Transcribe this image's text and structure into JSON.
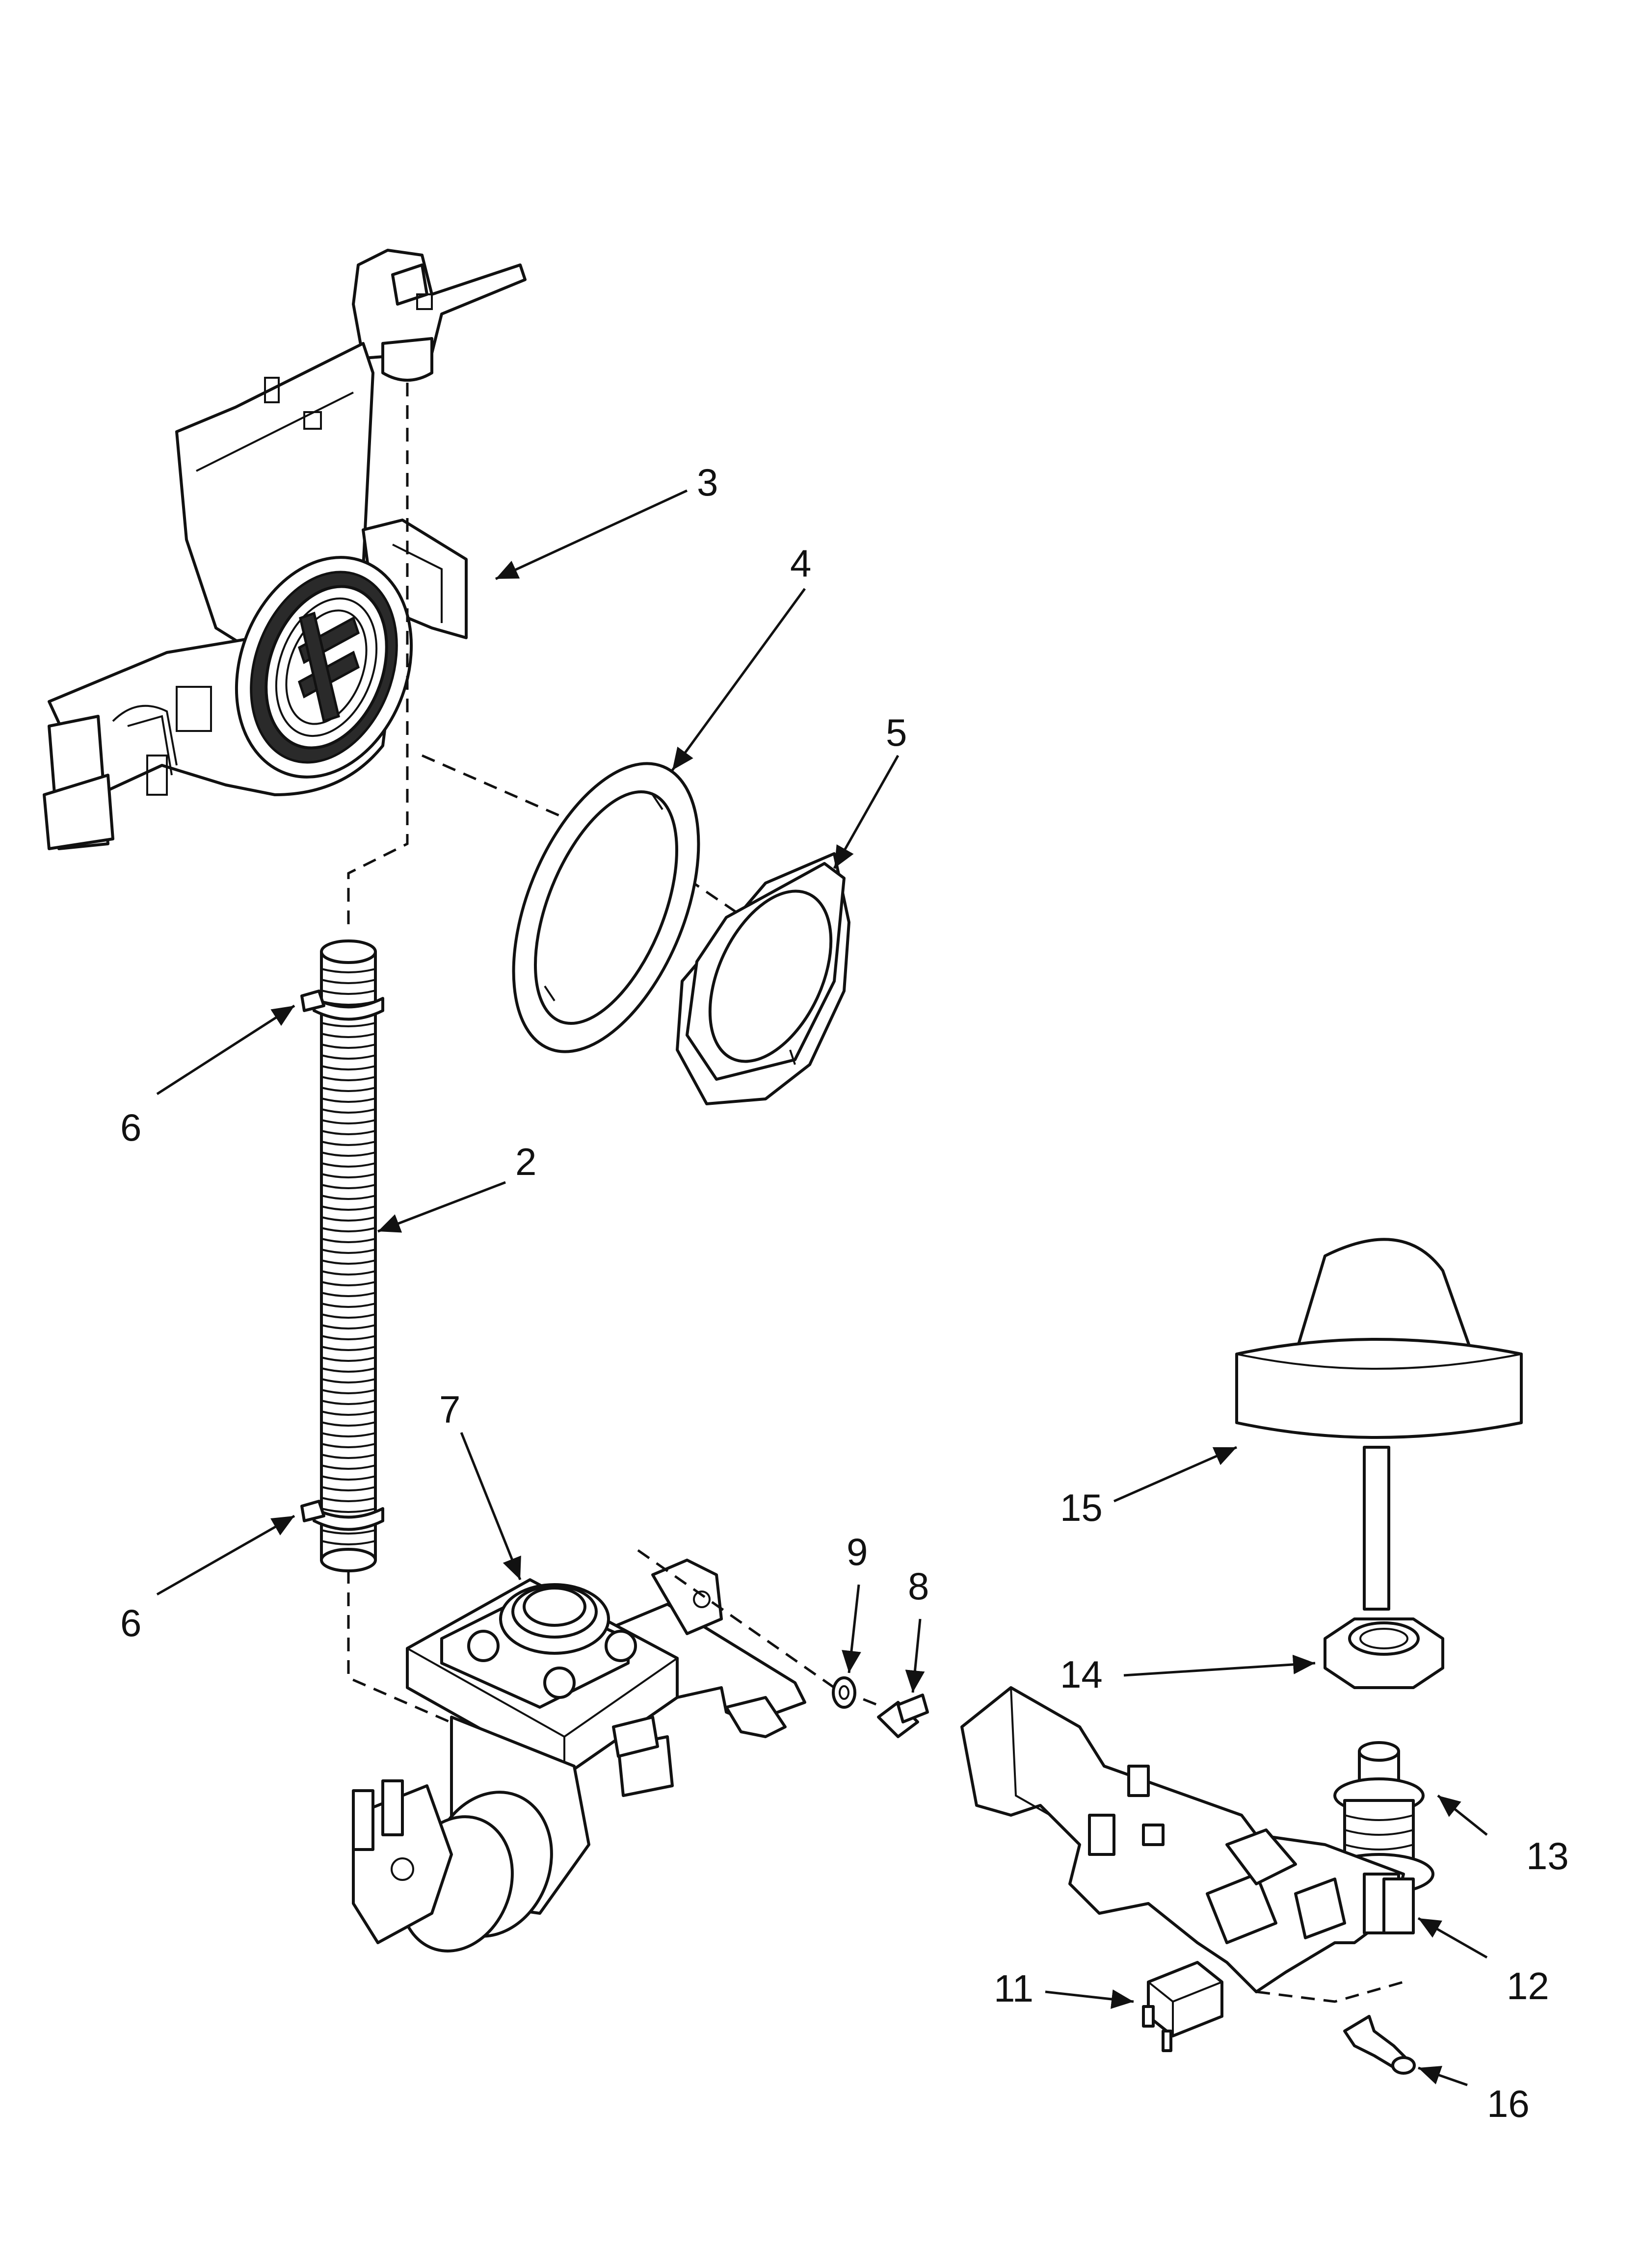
{
  "callouts": [
    {
      "id": "3",
      "text": "3"
    },
    {
      "id": "4",
      "text": "4"
    },
    {
      "id": "5",
      "text": "5"
    },
    {
      "id": "6a",
      "text": "6"
    },
    {
      "id": "2",
      "text": "2"
    },
    {
      "id": "6b",
      "text": "6"
    },
    {
      "id": "7",
      "text": "7"
    },
    {
      "id": "9",
      "text": "9"
    },
    {
      "id": "8",
      "text": "8"
    },
    {
      "id": "15",
      "text": "15"
    },
    {
      "id": "14",
      "text": "14"
    },
    {
      "id": "13",
      "text": "13"
    },
    {
      "id": "11",
      "text": "11"
    },
    {
      "id": "12",
      "text": "12"
    },
    {
      "id": "16",
      "text": "16"
    }
  ],
  "parts": [
    {
      "callout": "3",
      "icon": "fill-funnel-bracket-icon"
    },
    {
      "callout": "4",
      "icon": "gasket-ring-icon"
    },
    {
      "callout": "5",
      "icon": "hex-nut-flange-icon"
    },
    {
      "callout": "2",
      "icon": "corrugated-hose-icon"
    },
    {
      "callout": "6",
      "icon": "hose-clamp-icon"
    },
    {
      "callout": "7",
      "icon": "water-inlet-valve-icon"
    },
    {
      "callout": "9",
      "icon": "lock-washer-icon"
    },
    {
      "callout": "8",
      "icon": "screw-icon"
    },
    {
      "callout": "15",
      "icon": "float-icon"
    },
    {
      "callout": "14",
      "icon": "hex-nut-icon"
    },
    {
      "callout": "13",
      "icon": "float-stem-housing-icon"
    },
    {
      "callout": "11",
      "icon": "micro-switch-icon"
    },
    {
      "callout": "12",
      "icon": "switch-bracket-icon"
    },
    {
      "callout": "16",
      "icon": "switch-lever-icon"
    }
  ],
  "colors": {
    "line": "#111111",
    "background": "#ffffff"
  }
}
